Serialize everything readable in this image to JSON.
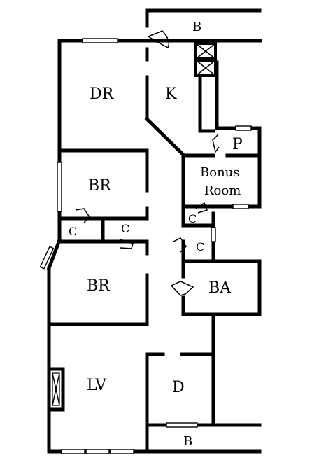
{
  "labels": {
    "balcony_top": "B",
    "dining_room": "DR",
    "kitchen": "K",
    "pantry": "P",
    "bonus_room_line1": "Bonus",
    "bonus_room_line2": "Room",
    "bedroom_upper": "BR",
    "closet_left": "C",
    "closet_middle": "C",
    "closet_bonus": "C",
    "closet_hall": "C",
    "bedroom_lower": "BR",
    "bathroom": "BA",
    "living_room": "LV",
    "den": "D",
    "balcony_bottom": "B"
  }
}
